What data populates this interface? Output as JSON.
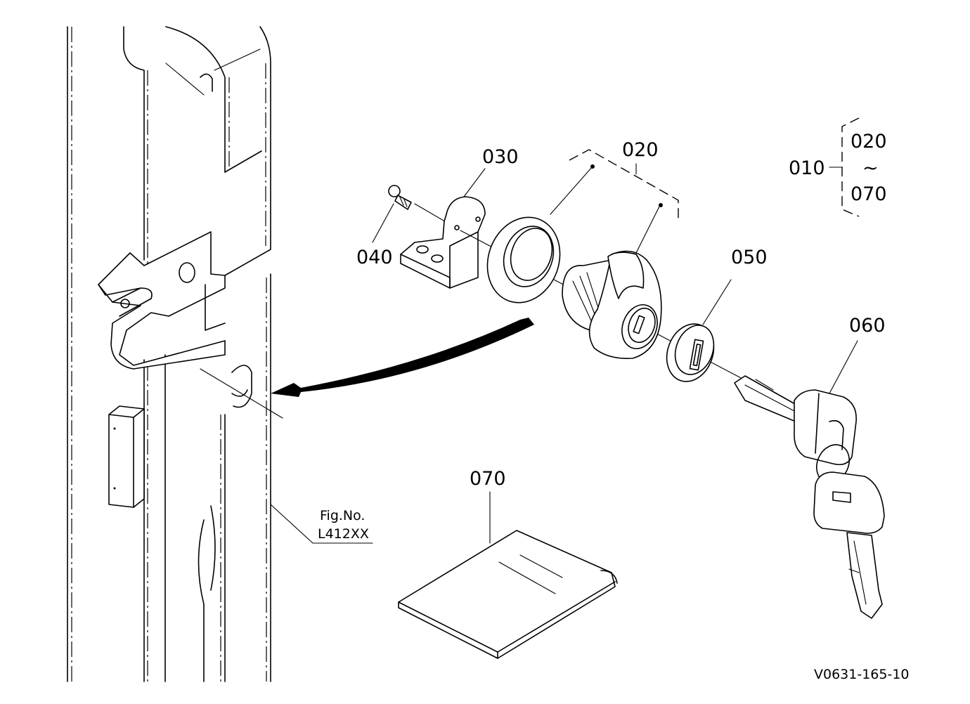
{
  "callouts": {
    "c010": "010",
    "c020_group": "020",
    "c020_range": "020",
    "c_tilde": "~",
    "c070_range": "070",
    "c030": "030",
    "c040": "040",
    "c050": "050",
    "c060": "060",
    "c070": "070"
  },
  "figure": {
    "fig_label": "Fig.No.",
    "fig_number": "L412XX",
    "drawing_code": "V0631-165-10"
  }
}
